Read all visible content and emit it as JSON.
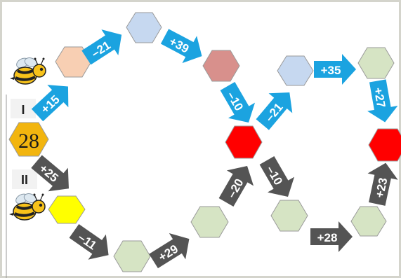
{
  "start_number": "28",
  "player_labels": {
    "top": "I",
    "bottom": "II"
  },
  "operations": {
    "op1": "+15",
    "op2": "–21",
    "op3": "+39",
    "op4": "–10",
    "op5": "–21",
    "op6": "+35",
    "op7": "+27",
    "op8": "+25",
    "op9": "–11",
    "op10": "+29",
    "op11": "–20",
    "op12": "–10",
    "op13": "+28",
    "op14": "+23"
  },
  "colors": {
    "frame": "#d4d4cc",
    "sky_arrow": "#1ba3e0",
    "gray_arrow": "#545454",
    "peach": "#f8cfb3",
    "light_blue": "#c6d8f0",
    "rose": "#d8908c",
    "red": "#ff0000",
    "green": "#d6e4c4",
    "yellow": "#ffff00",
    "gold": "#f2b50f"
  }
}
